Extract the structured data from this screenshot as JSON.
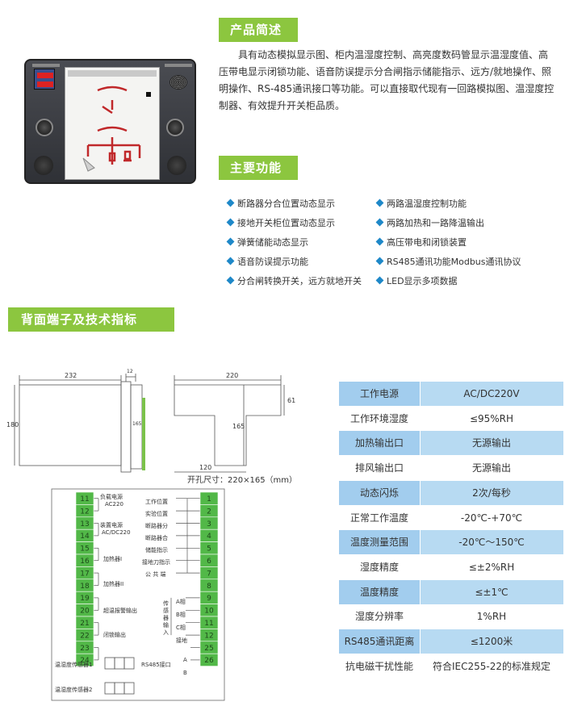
{
  "sections": {
    "product_intro_title": "产品简述",
    "functions_title": "主要功能",
    "terminals_title": "背面端子及技术指标"
  },
  "intro_text": "具有动态模拟显示图、柜内温湿度控制、高亮度数码管显示温湿度值、高压带电显示闭锁功能、语音防误提示分合闸指示储能指示、远方/就地操作、照明操作、RS-485通讯接口等功能。可以直接取代现有一回路模拟图、温湿度控制器、有效提升开关柜品质。",
  "features": [
    "断路器分合位置动态显示",
    "两路温湿度控制功能",
    "接地开关柜位置动态显示",
    "两路加热和一路降温输出",
    "弹簧储能动态显示",
    "高压带电和闭锁装置",
    "语音防误提示功能",
    "RS485通讯功能Modbus通讯协议",
    "分合闸转换开关，远方就地开关",
    "LED显示多项数据"
  ],
  "dimensions": {
    "d232": "232",
    "d180": "180",
    "d165": "165",
    "d12": "12",
    "d220": "220",
    "d61": "61",
    "d165b": "165",
    "d120": "120",
    "cutout": "开孔尺寸：220×165（mm）"
  },
  "terminals_left": [
    "11",
    "12",
    "13",
    "14",
    "15",
    "16",
    "17",
    "18",
    "19",
    "20",
    "21",
    "22",
    "23",
    "24"
  ],
  "terminals_right": [
    "1",
    "2",
    "3",
    "4",
    "5",
    "6",
    "7",
    "8",
    "9",
    "10",
    "11",
    "12",
    "25",
    "26"
  ],
  "left_labels": {
    "load_power": "负载电源",
    "load_power_v": "AC220",
    "dev_power": "装置电源",
    "dev_power_v": "AC/DC220",
    "heater1": "加热器I",
    "heater2": "加热器II",
    "over_temp": "超温报警输出",
    "lock_out": "闭锁输出",
    "sensor1": "温湿度传感器1",
    "sensor2": "温湿度传感器2"
  },
  "right_labels": {
    "work_pos": "工作位置",
    "test_pos": "实验位置",
    "cb_open": "断路器分",
    "cb_close": "断路器合",
    "energy": "储能指示",
    "earth_knife": "接地刀指示",
    "common": "公 共 端",
    "phase_a": "A相",
    "phase_b": "B相",
    "phase_c": "C相",
    "earth": "接地",
    "sensor_in": "传感器输入",
    "rs485": "RS485接口",
    "a": "A",
    "b": "B"
  },
  "specs": [
    {
      "k": "工作电源",
      "v": "AC/DC220V"
    },
    {
      "k": "工作环境湿度",
      "v": "≤95%RH"
    },
    {
      "k": "加热输出口",
      "v": "无源输出"
    },
    {
      "k": "排风输出口",
      "v": "无源输出"
    },
    {
      "k": "动态闪烁",
      "v": "2次/每秒"
    },
    {
      "k": "正常工作温度",
      "v": "-20℃-+70℃"
    },
    {
      "k": "温度测量范围",
      "v": "-20℃～150℃"
    },
    {
      "k": "湿度精度",
      "v": "≤±2%RH"
    },
    {
      "k": "温度精度",
      "v": "≤±1℃"
    },
    {
      "k": "湿度分辨率",
      "v": "1%RH"
    },
    {
      "k": "RS485通讯距离",
      "v": "≤1200米"
    },
    {
      "k": "抗电磁干扰性能",
      "v": "符合IEC255-22的标准规定"
    }
  ],
  "colors": {
    "banner": "#8cc63f",
    "terminal": "#52b848",
    "spec_shade": "#b7daf2",
    "bullet": "#1e88c8"
  }
}
